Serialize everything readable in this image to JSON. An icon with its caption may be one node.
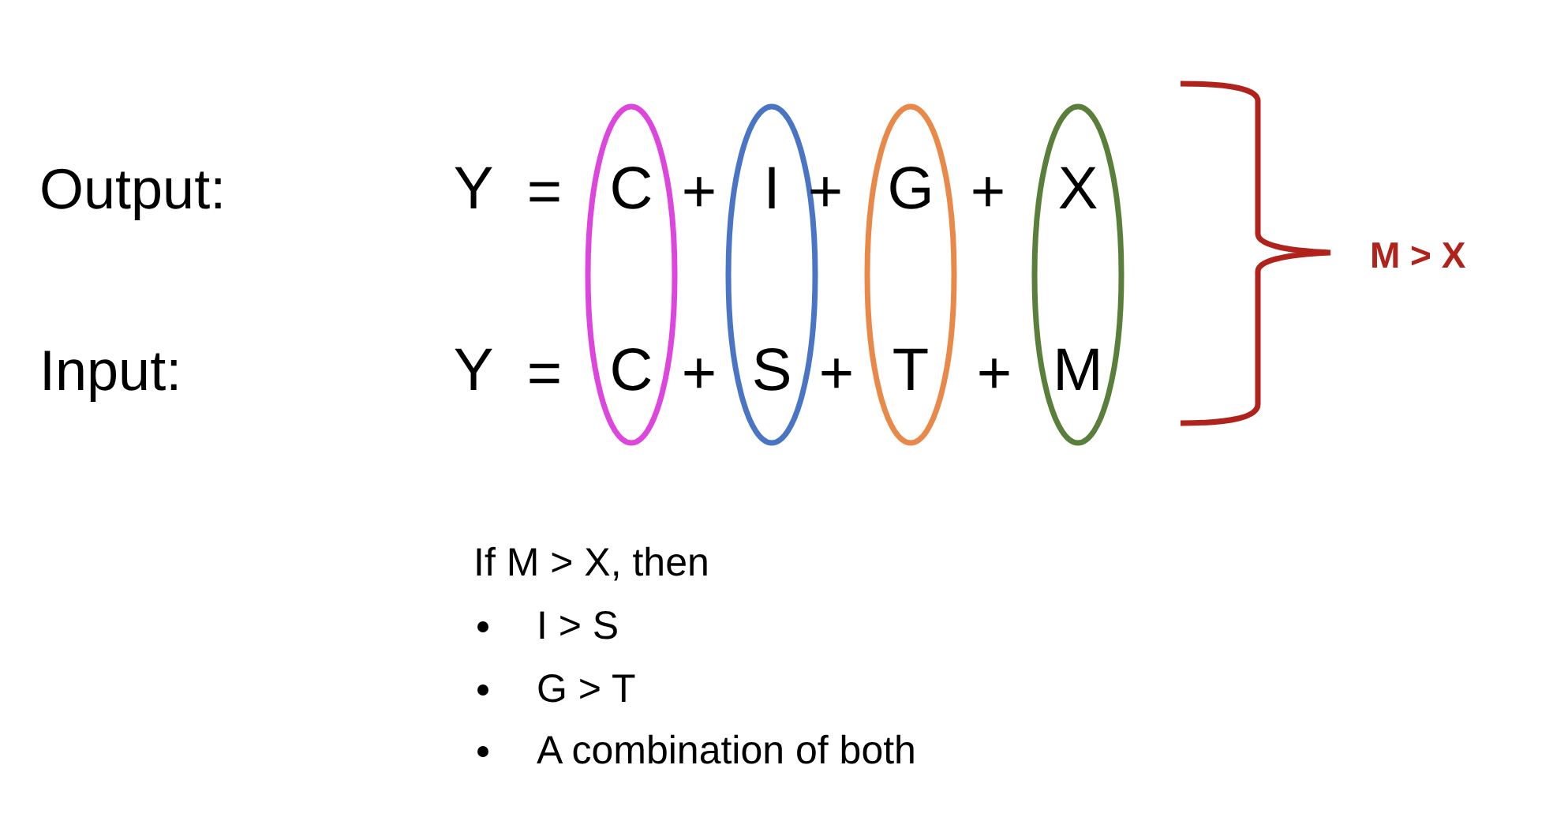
{
  "diagram": {
    "nodes": [
      {
        "text": [
          "C",
          "C"
        ]
      },
      {
        "text": [
          "I",
          "S"
        ]
      },
      {
        "text": [
          "G",
          "T"
        ]
      },
      {
        "text": [
          "X",
          "M"
        ]
      }
    ],
    "labels": [
      "Output:",
      "Y",
      "=",
      "+",
      "+",
      "+",
      "Input:",
      "Y",
      "=",
      "+",
      "+",
      "+",
      "M > X",
      "If M > X, then",
      "I > S",
      "G > T",
      "A combination of both"
    ]
  }
}
